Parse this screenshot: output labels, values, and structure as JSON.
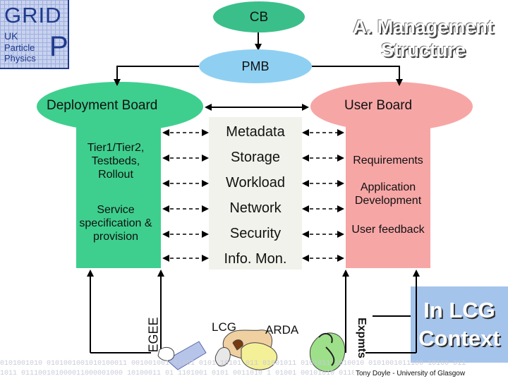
{
  "logo": {
    "main": "GRID",
    "uk": "UK",
    "particle_physics": "Particle\nPhysics",
    "p": "P"
  },
  "top": {
    "cb": "CB",
    "pmb": "PMB",
    "title": "A. Management Structure"
  },
  "boards": {
    "deployment": "Deployment Board",
    "deployment_items": [
      "Tier1/Tier2, Testbeds, Rollout",
      "Service specification & provision"
    ],
    "user": "User Board",
    "user_items": [
      "Requirements",
      "Application Development",
      "User feedback"
    ]
  },
  "center_items": [
    "Metadata",
    "Storage",
    "Workload",
    "Network",
    "Security",
    "Info. Mon."
  ],
  "bottom": {
    "egee": "EGEE",
    "lcg": "LCG",
    "arda": "ARDA",
    "expmts": "Expmts"
  },
  "context": "In LCG Context",
  "credit": "Tony Doyle - University of Glasgow",
  "binary_rows": [
    "0101001010 0101001001010100011 001001001 01001 0101 10101 011 01001011 0101011 1010010 0101001011100 10100 011",
    "1011 011100101000011000001000 10100011 01 1101001 0101 0011010 1 01001 00101010 011010 101 0110 101011001 010"
  ],
  "colors": {
    "deployment": "#3ecf8e",
    "user": "#f7a6a6",
    "cb": "#3bbf8a",
    "pmb": "#8fd0f2",
    "context_bg": "#a5c4ec",
    "logo": "#1e3a8c"
  }
}
